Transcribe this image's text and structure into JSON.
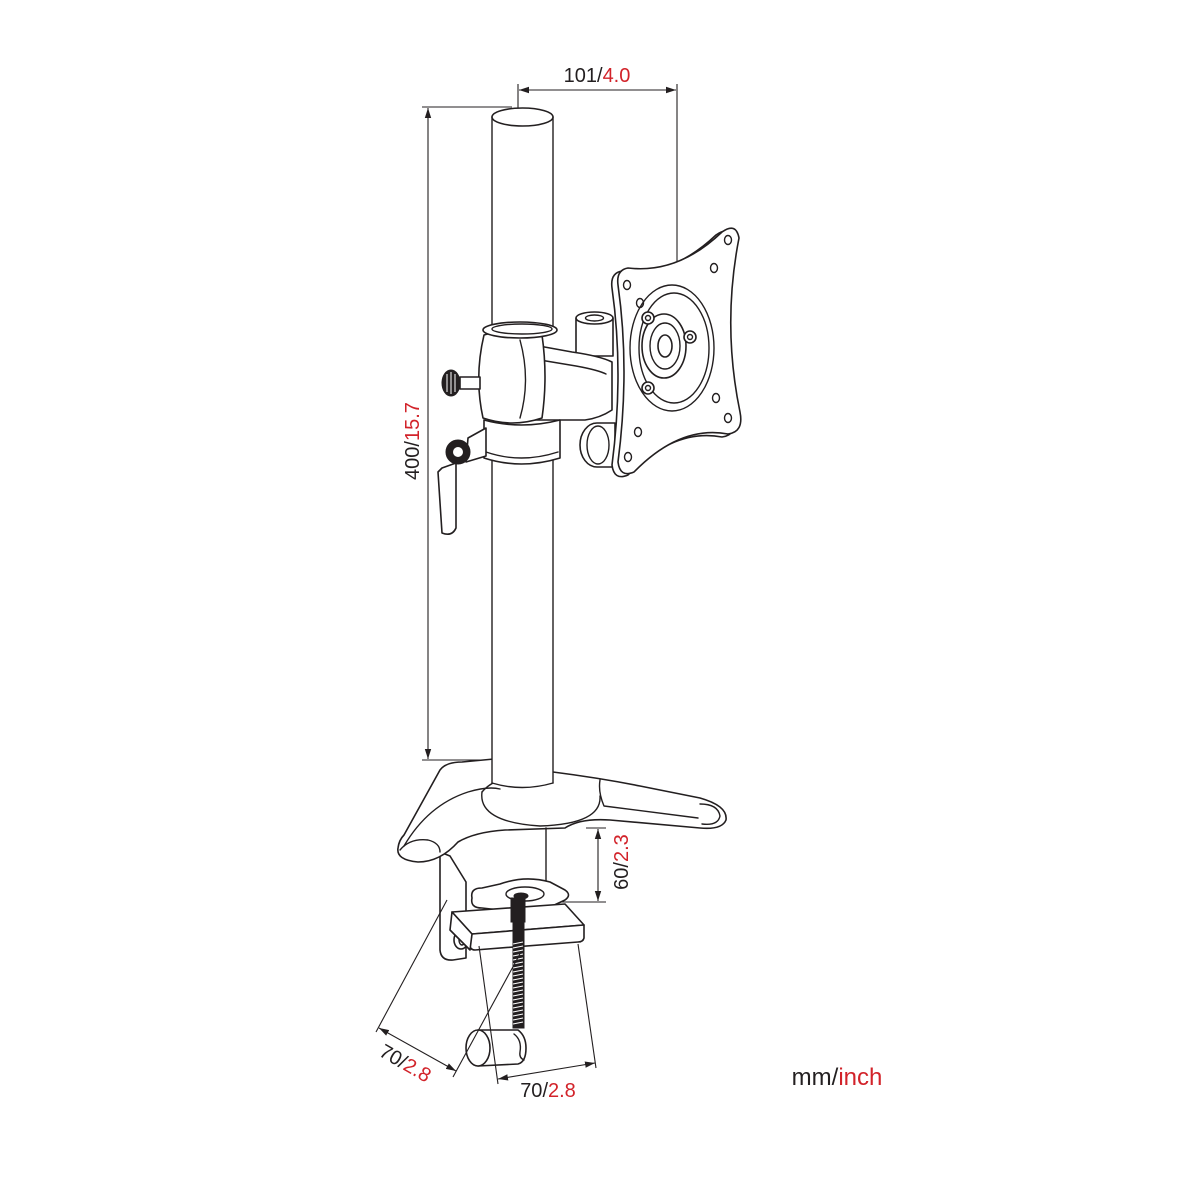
{
  "colors": {
    "background": "#ffffff",
    "line": "#231f20",
    "metric_text": "#231f20",
    "imperial_text": "#d2232a"
  },
  "dimensions": {
    "arm_reach": {
      "mm": "101",
      "sep": "/",
      "inch": "4.0"
    },
    "pole_height": {
      "mm": "400",
      "sep": "/",
      "inch": "15.7"
    },
    "clamp_opening": {
      "mm": "60",
      "sep": "/",
      "inch": "2.3"
    },
    "clamp_depth": {
      "mm": "70",
      "sep": "/",
      "inch": "2.8"
    },
    "clamp_width": {
      "mm": "70",
      "sep": "/",
      "inch": "2.8"
    }
  },
  "units_legend": {
    "metric": "mm",
    "sep": "/",
    "imperial": "inch"
  }
}
